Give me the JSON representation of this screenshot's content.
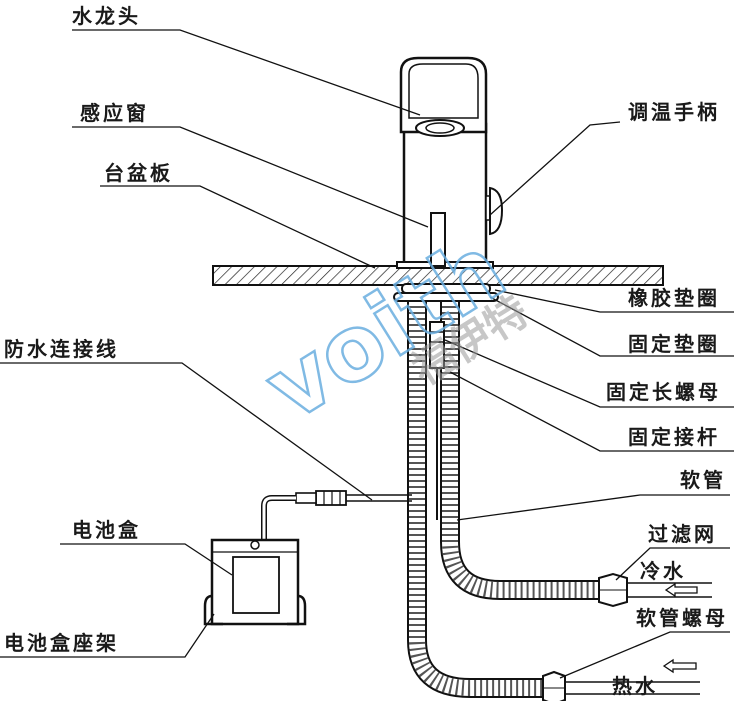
{
  "labels": {
    "faucet": "水龙头",
    "sensor_window": "感应窗",
    "basin_board": "台盆板",
    "temp_handle": "调温手柄",
    "rubber_gasket": "橡胶垫圈",
    "fixing_gasket": "固定垫圈",
    "fixing_long_nut": "固定长螺母",
    "fixing_rod": "固定接杆",
    "hose": "软管",
    "waterproof_cable": "防水连接线",
    "filter_net": "过滤网",
    "cold_water": "冷水",
    "battery_box": "电池盒",
    "hose_nut": "软管螺母",
    "battery_box_holder": "电池盒座架",
    "hot_water": "热水"
  },
  "watermark": {
    "brand_latin": "voith",
    "brand_cn": "福伊特",
    "color": "#6aaee0"
  }
}
